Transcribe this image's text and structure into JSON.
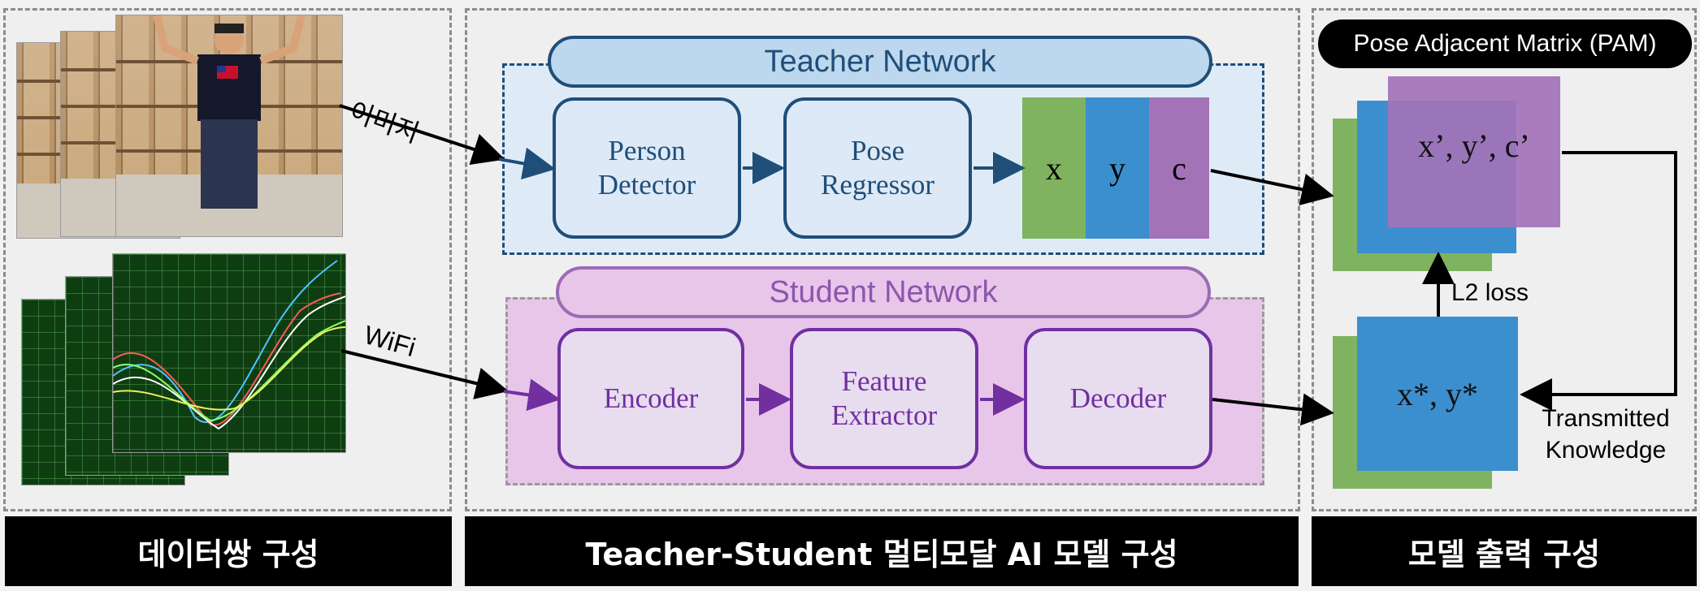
{
  "footer": {
    "dataset": "데이터쌍 구성",
    "model": "Teacher-Student 멀티모달 AI 모델 구성",
    "output": "모델 출력 구성"
  },
  "inputs": {
    "image_label": "이미지",
    "wifi_label": "WiFi"
  },
  "teacher": {
    "title": "Teacher Network",
    "person_detector": "Person Detector",
    "pose_regressor": "Pose Regressor",
    "channels": [
      "x",
      "y",
      "c"
    ]
  },
  "student": {
    "title": "Student Network",
    "encoder": "Encoder",
    "feature_extractor": "Feature Extractor",
    "decoder": "Decoder"
  },
  "output": {
    "pam_title": "Pose Adjacent Matrix (PAM)",
    "teacher_matrix": "x’, y’, c’",
    "student_matrix": "x*, y*",
    "loss": "L2 loss",
    "transmitted": "Transmitted Knowledge"
  },
  "colors": {
    "teacher": "#1f4e79",
    "teacher_fill": "#deebf7",
    "student": "#7030a0",
    "student_fill": "#e8c6ea",
    "green": "#7fb35f",
    "blue": "#3c8fcf",
    "purple": "#a373b8"
  }
}
